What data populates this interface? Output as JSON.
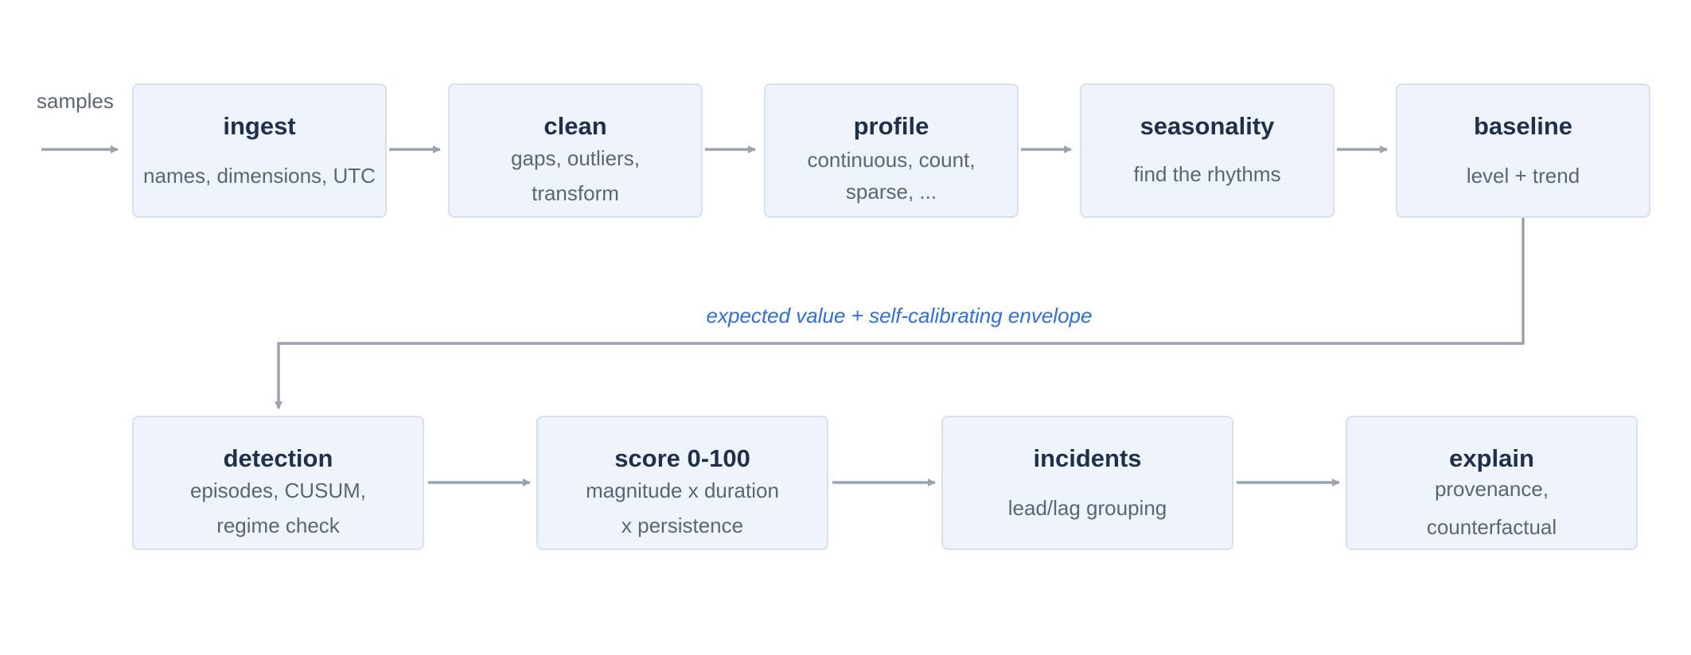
{
  "input_label": "samples",
  "edge_label": "expected value + self-calibrating envelope",
  "colors": {
    "node_fill": "#eff4fc",
    "node_border": "#d5e0f2",
    "title": "#1f2f4d",
    "desc": "#5c6575",
    "arrow": "#9aa3ae",
    "edge_label": "#2f6fd6"
  },
  "nodes": [
    {
      "title": "ingest",
      "desc": [
        "names, dimensions, UTC"
      ]
    },
    {
      "title": "clean",
      "desc": [
        "gaps, outliers,",
        "transform"
      ]
    },
    {
      "title": "profile",
      "desc": [
        "continuous, count,",
        "sparse, ..."
      ]
    },
    {
      "title": "seasonality",
      "desc": [
        "find the rhythms"
      ]
    },
    {
      "title": "baseline",
      "desc": [
        "level + trend"
      ]
    },
    {
      "title": "detection",
      "desc": [
        "episodes, CUSUM,",
        "regime check"
      ]
    },
    {
      "title": "score 0-100",
      "desc": [
        "magnitude x duration",
        "x persistence"
      ]
    },
    {
      "title": "incidents",
      "desc": [
        "lead/lag grouping"
      ]
    },
    {
      "title": "explain",
      "desc": [
        "provenance,",
        "counterfactual"
      ]
    }
  ]
}
